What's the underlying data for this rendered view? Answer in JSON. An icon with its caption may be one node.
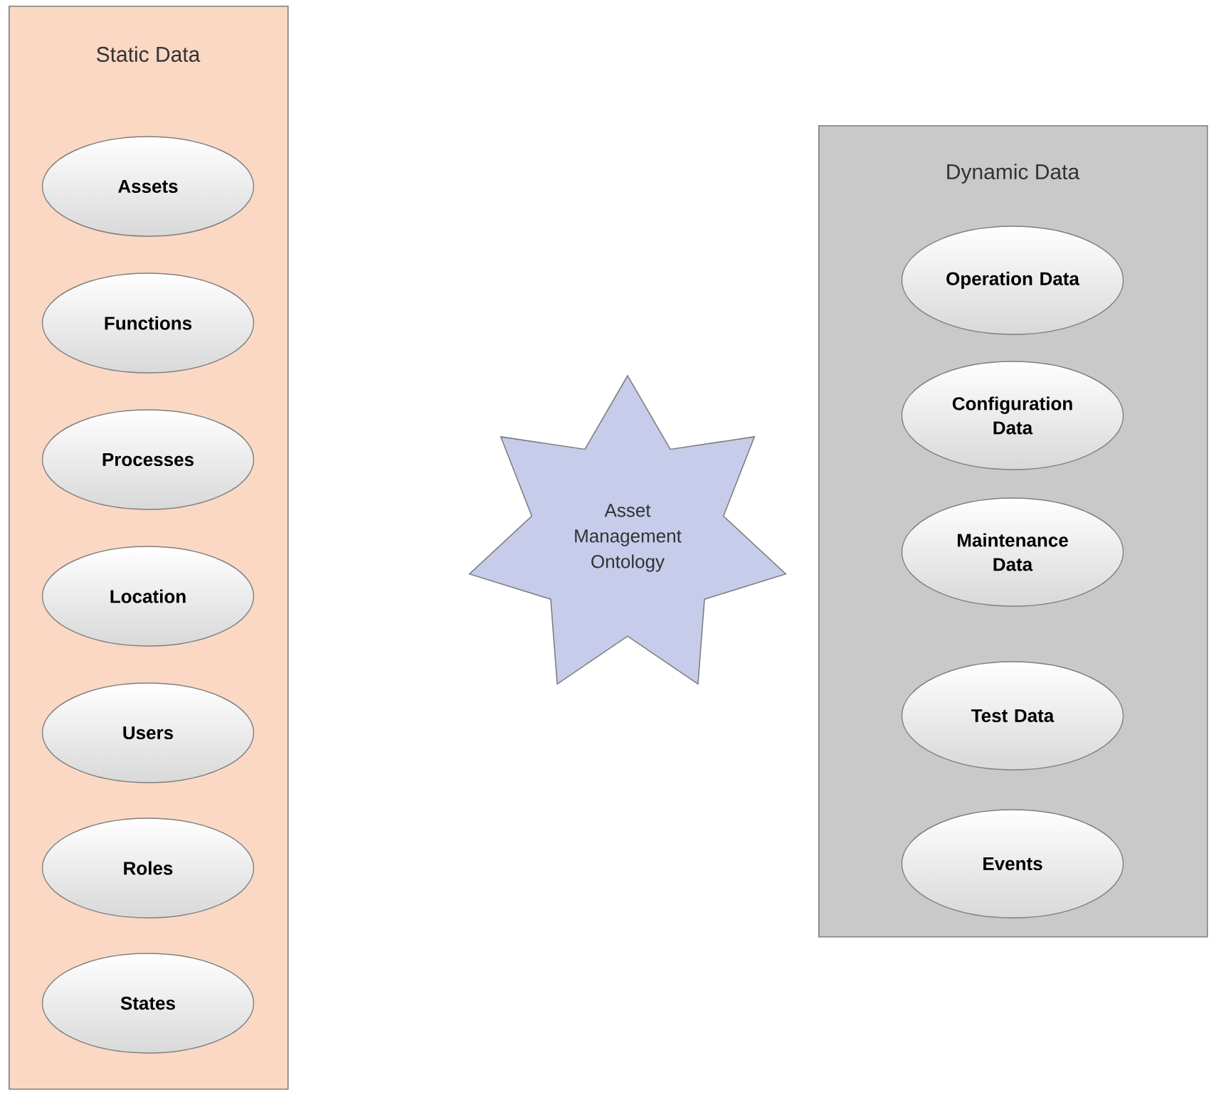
{
  "diagram": {
    "nodes": [
      {
        "text": [
          "Static Data"
        ]
      },
      {
        "text": [
          "Assets"
        ],
        "in": 0
      },
      {
        "text": [
          "Functions"
        ],
        "in": 0
      },
      {
        "text": [
          "Processes"
        ],
        "in": 0
      },
      {
        "text": [
          "Location"
        ],
        "in": 0
      },
      {
        "text": [
          "Users"
        ],
        "in": 0
      },
      {
        "text": [
          "Roles"
        ],
        "in": 0
      },
      {
        "text": [
          "States"
        ],
        "in": 0
      },
      {
        "text": [
          "Asset Management Ontology"
        ]
      },
      {
        "text": [
          "Dynamic Data"
        ]
      },
      {
        "text": [
          "Operation Data"
        ],
        "in": 9
      },
      {
        "text": [
          "Configuration Data"
        ],
        "in": 9
      },
      {
        "text": [
          "Maintenance Data"
        ],
        "in": 9
      },
      {
        "text": [
          "Test Data"
        ],
        "in": 9
      },
      {
        "text": [
          "Events"
        ],
        "in": 9
      }
    ]
  }
}
